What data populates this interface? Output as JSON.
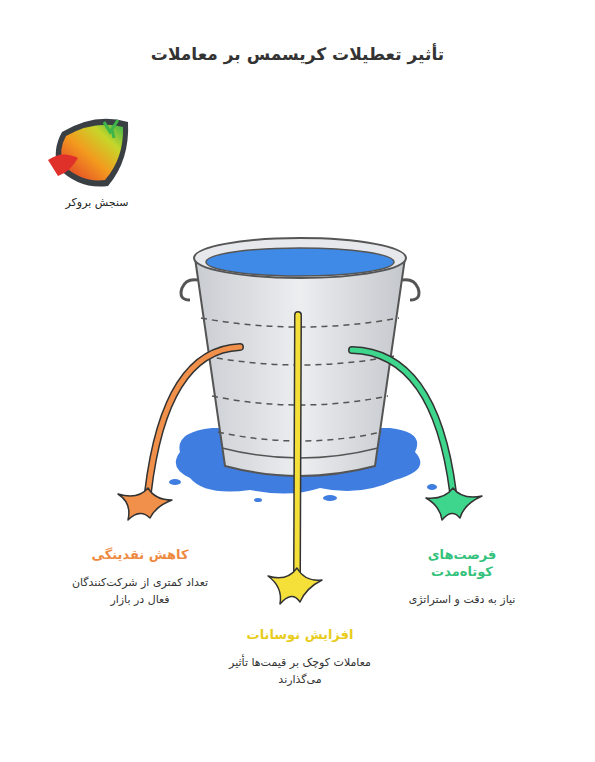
{
  "diagram": {
    "title": "تأثیر تعطیلات کریسمس بر معاملات",
    "nodes": [
      {
        "text": [
          "فرصت‌های کوتاه‌مدت",
          "نیاز به دقت و استراتژی"
        ]
      },
      {
        "text": [
          "کاهش نقدینگی",
          "تعداد کمتری از شرکت‌کنندگان فعال در بازار"
        ]
      },
      {
        "text": [
          "افزایش نوسانات",
          "معاملات کوچک بر قیمت‌ها تأثیر می‌گذارند"
        ]
      }
    ],
    "labels": [
      "سنجش بروکر"
    ]
  }
}
